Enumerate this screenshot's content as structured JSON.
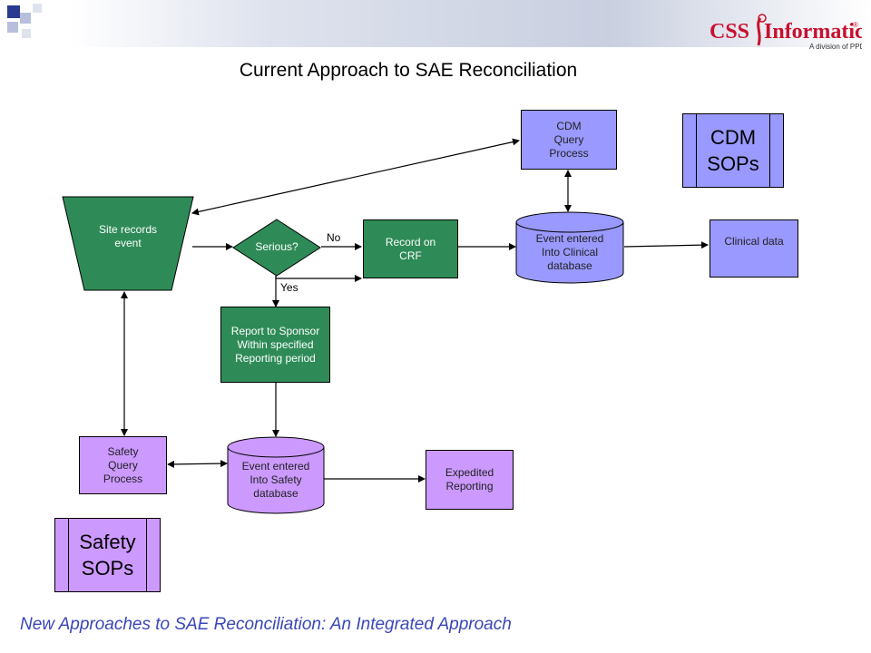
{
  "title": "Current Approach to SAE Reconciliation",
  "footer": "New Approaches to SAE Reconciliation: An Integrated Approach",
  "logo": {
    "brand": "CSS Informatics",
    "css_part": "CSS",
    "informatics_part": "Informatics",
    "registered": "®",
    "division": "A division of PPD",
    "color": "#c8102e"
  },
  "colors": {
    "green": "#2e8b57",
    "blue": "#9999ff",
    "purple": "#cc99ff",
    "footer": "#3a47b8"
  },
  "nodes": {
    "site_records": "Site records\nevent",
    "serious": "Serious?",
    "record_crf": "Record on\nCRF",
    "clinical_db": "Event entered\nInto Clinical\ndatabase",
    "clinical_data": "Clinical data",
    "cdm_query": "CDM\nQuery\nProcess",
    "cdm_sops": "CDM\nSOPs",
    "report_sponsor": "Report to Sponsor\nWithin specified\nReporting period",
    "safety_db": "Event entered\nInto Safety\ndatabase",
    "expedited": "Expedited\nReporting",
    "safety_query": "Safety\nQuery\nProcess",
    "safety_sops": "Safety\nSOPs"
  },
  "edge_labels": {
    "no": "No",
    "yes": "Yes"
  }
}
